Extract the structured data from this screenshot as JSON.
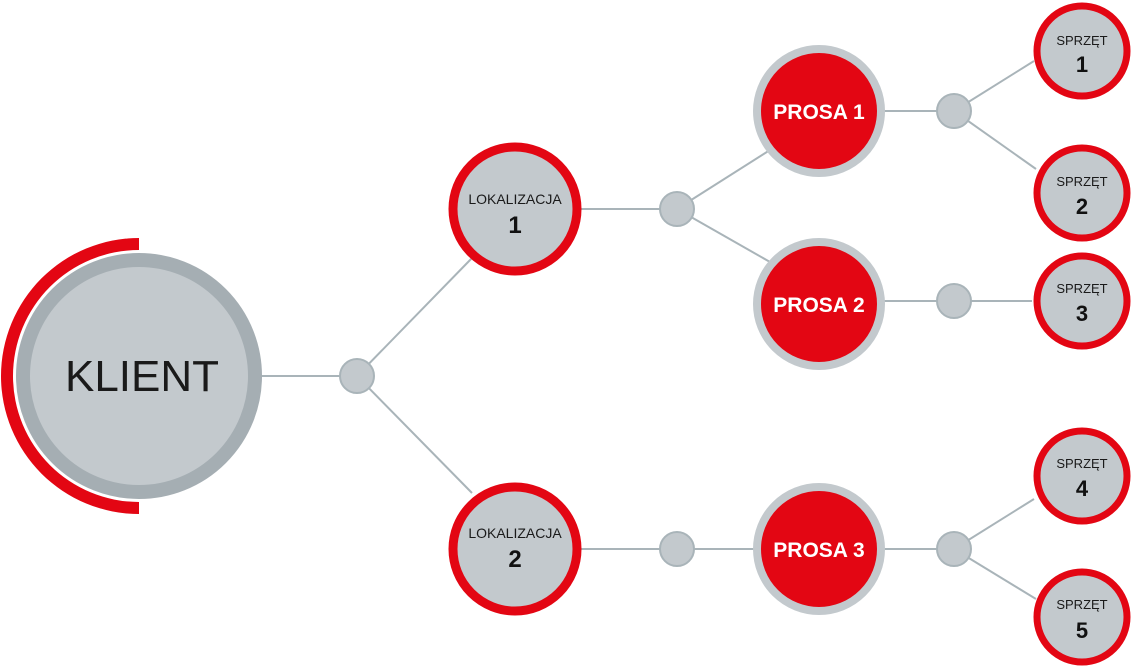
{
  "colors": {
    "accent_red": "#e30613",
    "node_gray": "#c3c9cd",
    "ring_gray": "#a5aeb3",
    "line_gray": "#a9b4b9"
  },
  "client": {
    "label": "KLIENT"
  },
  "locations": [
    {
      "title": "LOKALIZACJA",
      "number": "1"
    },
    {
      "title": "LOKALIZACJA",
      "number": "2"
    }
  ],
  "requests": [
    {
      "label": "PROSA 1"
    },
    {
      "label": "PROSA 2"
    },
    {
      "label": "PROSA 3"
    }
  ],
  "equipment": [
    {
      "title": "SPRZĘT",
      "number": "1"
    },
    {
      "title": "SPRZĘT",
      "number": "2"
    },
    {
      "title": "SPRZĘT",
      "number": "3"
    },
    {
      "title": "SPRZĘT",
      "number": "4"
    },
    {
      "title": "SPRZĘT",
      "number": "5"
    }
  ]
}
